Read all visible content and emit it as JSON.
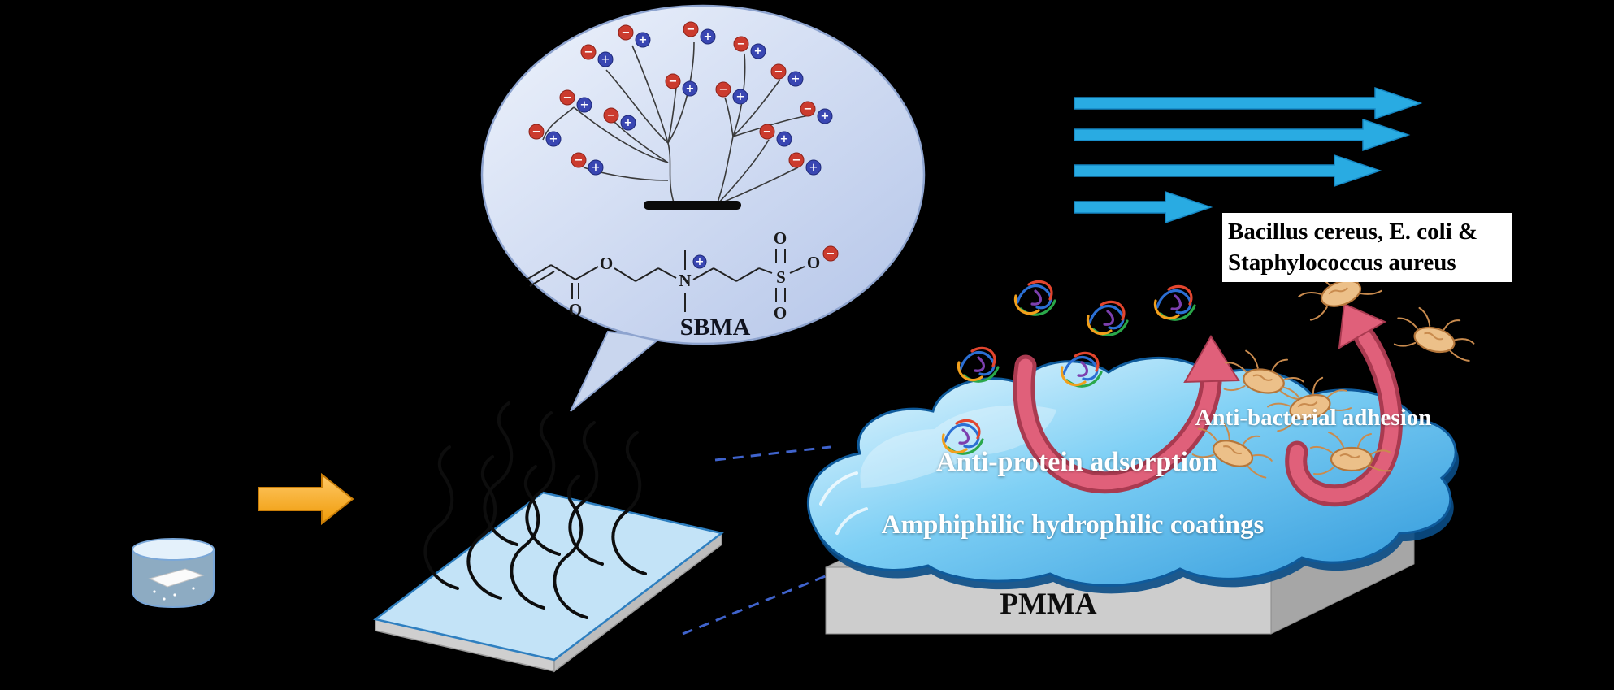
{
  "colors": {
    "background": "#000000",
    "flow_arrow_blue": "#29abe2",
    "process_arrow_orange": "#f5a623",
    "coating_blue": "#3fa9e8",
    "repel_arrow_red": "#e0607a",
    "bubble_fill": "#ccd9ee",
    "positive_charge": "#3946b2",
    "negative_charge": "#cb3b2e"
  },
  "charges": {
    "plus": "+",
    "minus": "−"
  },
  "bubble": {
    "molecule_label": "SBMA"
  },
  "sbma_atoms": {
    "o_carbonyl": "O",
    "o_ester": "O",
    "n": "N",
    "s": "S",
    "o_top": "O",
    "o_bottom": "O",
    "o_terminal": "O"
  },
  "surface": {
    "substrate_label": "PMMA",
    "coating_label": "Amphiphilic hydrophilic coatings",
    "anti_protein_label": "Anti-protein adsorption",
    "anti_bacterial_label": "Anti-bacterial adhesion"
  },
  "bacteria_box": {
    "line1": "Bacillus cereus, E. coli &",
    "line2": "Staphylococcus aureus"
  }
}
